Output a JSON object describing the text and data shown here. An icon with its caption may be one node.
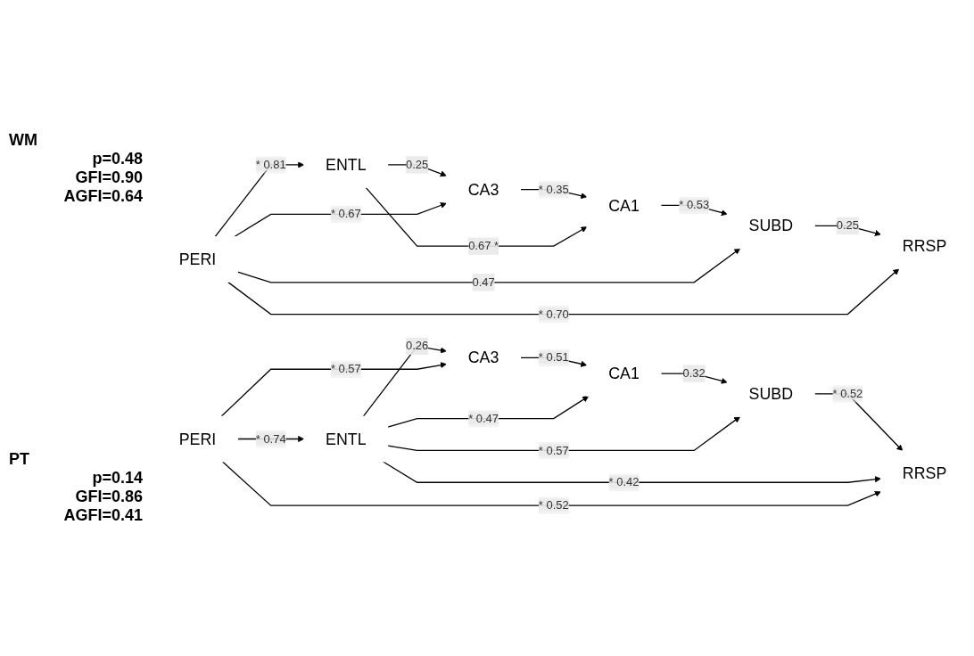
{
  "diagram": {
    "nodes": [
      {
        "text": [
          "PERI"
        ]
      },
      {
        "text": [
          "ENTL"
        ]
      },
      {
        "text": [
          "CA3"
        ]
      },
      {
        "text": [
          "CA1"
        ]
      },
      {
        "text": [
          "SUBD"
        ]
      },
      {
        "text": [
          "RRSP"
        ]
      },
      {
        "text": [
          "PERI"
        ]
      },
      {
        "text": [
          "ENTL"
        ]
      },
      {
        "text": [
          "CA3"
        ]
      },
      {
        "text": [
          "CA1"
        ]
      },
      {
        "text": [
          "SUBD"
        ]
      },
      {
        "text": [
          "RRSP"
        ]
      }
    ],
    "edges": [
      {
        "from": 0,
        "to": 1,
        "arrow": "to",
        "label": "* 0.81"
      },
      {
        "from": 1,
        "to": 2,
        "arrow": "to",
        "label": "0.25"
      },
      {
        "from": 2,
        "to": 3,
        "arrow": "to",
        "label": "* 0.35"
      },
      {
        "from": 3,
        "to": 4,
        "arrow": "to",
        "label": "* 0.53"
      },
      {
        "from": 4,
        "to": 5,
        "arrow": "to",
        "label": "0.25"
      },
      {
        "from": 1,
        "to": 3,
        "arrow": "to",
        "label": "0.67 *"
      },
      {
        "from": 0,
        "to": 2,
        "arrow": "to",
        "label": "* 0.67"
      },
      {
        "from": 0,
        "to": 4,
        "arrow": "to",
        "label": "0.47"
      },
      {
        "from": 0,
        "to": 5,
        "arrow": "to",
        "label": "* 0.70"
      },
      {
        "from": 6,
        "to": 7,
        "arrow": "to",
        "label": "* 0.74"
      },
      {
        "from": 7,
        "to": 8,
        "arrow": "to",
        "label": "0.26"
      },
      {
        "from": 8,
        "to": 9,
        "arrow": "to",
        "label": "* 0.51"
      },
      {
        "from": 9,
        "to": 10,
        "arrow": "to",
        "label": "0.32"
      },
      {
        "from": 10,
        "to": 11,
        "arrow": "to",
        "label": "* 0.52"
      },
      {
        "from": 7,
        "to": 11,
        "arrow": "to",
        "label": "* 0.42"
      },
      {
        "from": 7,
        "to": 9,
        "arrow": "to",
        "label": "* 0.47"
      },
      {
        "from": 6,
        "to": 8,
        "arrow": "to",
        "label": "* 0.57"
      },
      {
        "from": 7,
        "to": 10,
        "arrow": "to",
        "label": "* 0.57"
      },
      {
        "from": 6,
        "to": 11,
        "arrow": "to",
        "label": "* 0.52"
      }
    ],
    "labels": [
      "WM",
      "p=0.48",
      "GFI=0.90",
      "AGFI=0.64",
      "PT",
      "p=0.14",
      "GFI=0.86",
      "AGFI=0.41"
    ]
  }
}
